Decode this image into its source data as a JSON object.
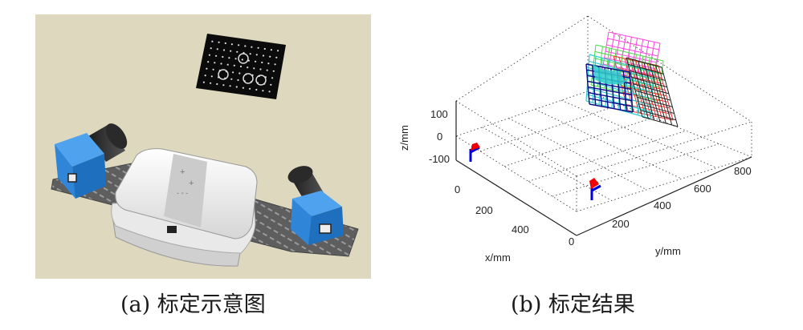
{
  "panel_a": {
    "caption": "(a) 标定示意图"
  },
  "panel_b": {
    "caption": "(b) 标定结果",
    "axes": {
      "z_label": "z/mm",
      "z_ticks": [
        "100",
        "0",
        "-100"
      ],
      "x_label": "x/mm",
      "x_ticks": [
        "0",
        "200",
        "400"
      ],
      "y_label": "y/mm",
      "y_ticks": [
        "0",
        "200",
        "400",
        "600",
        "800"
      ]
    }
  },
  "colors": {
    "camera_blue": "#2f86d9",
    "rail": "#6a6a6a",
    "projector": "#f3f3f3",
    "pattern_bg": "#0b0b0b",
    "grid_navy": "#0c0c8a",
    "grid_magenta": "#ff44dd",
    "grid_green": "#44dd44",
    "grid_cyan": "#33cccc",
    "grid_red": "#ee3333",
    "frame_red": "#ee0000",
    "frame_blue": "#0000dd"
  }
}
